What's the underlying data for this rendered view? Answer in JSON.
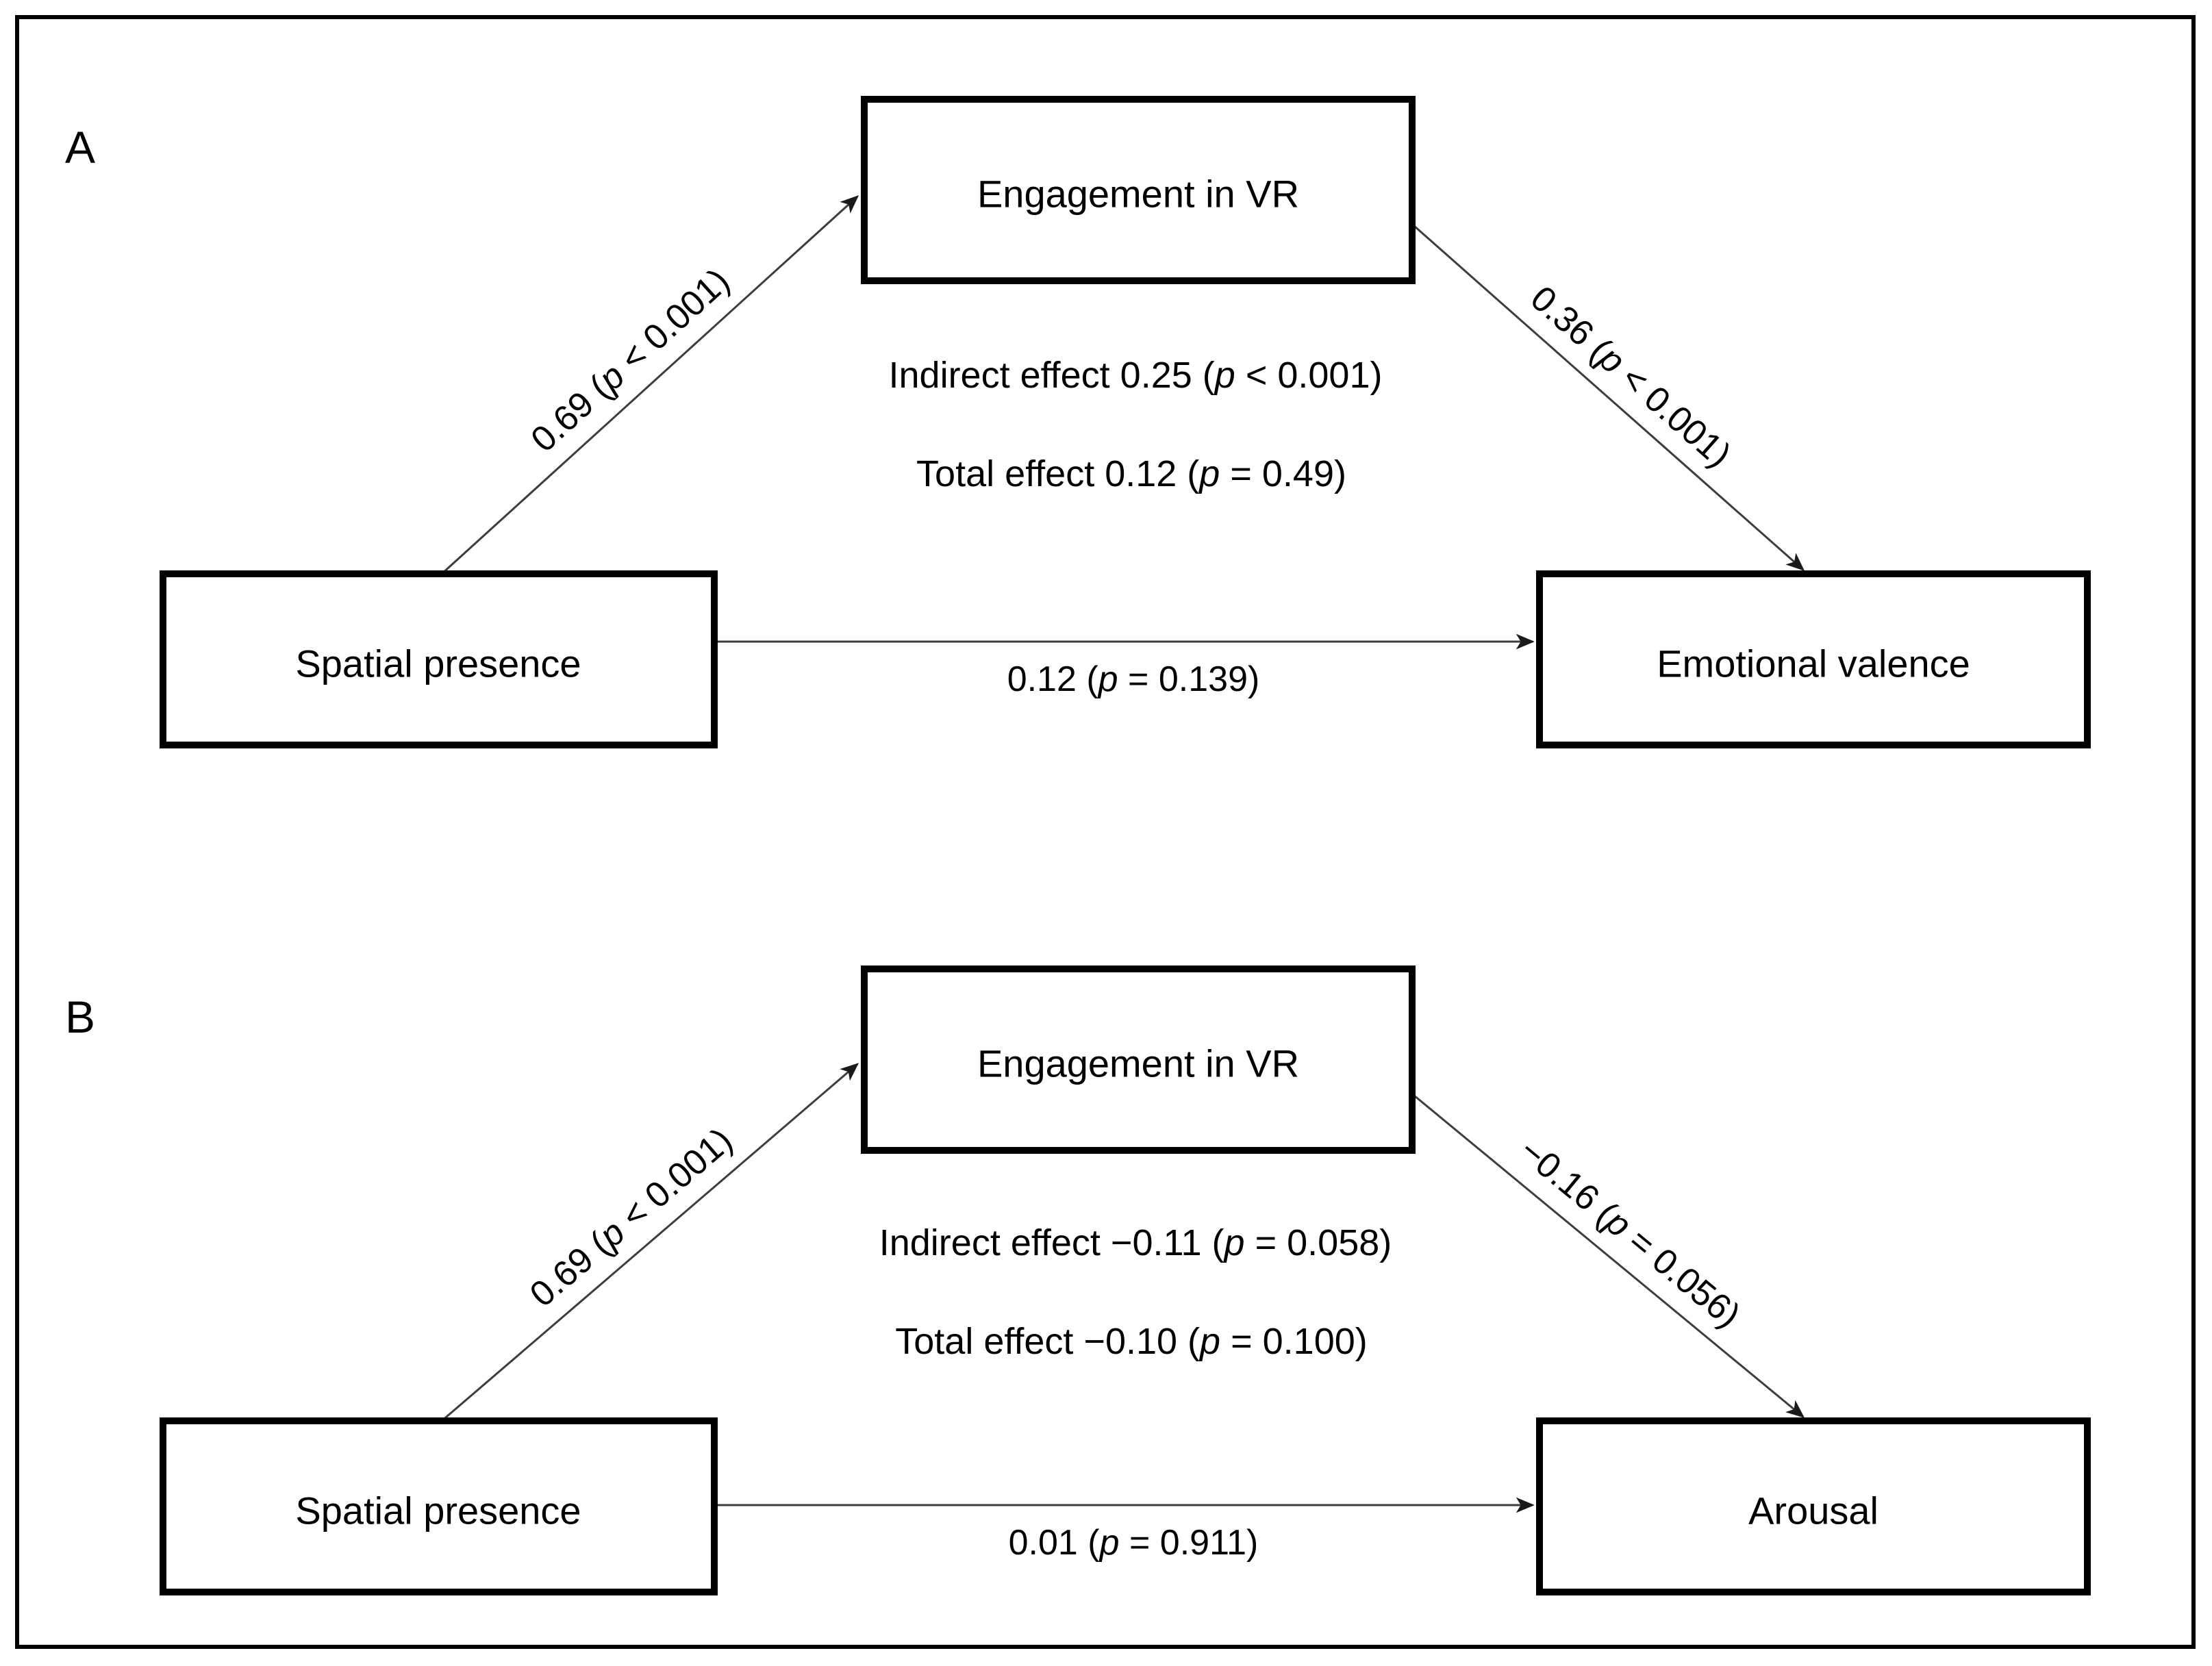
{
  "colors": {
    "ink": "#000000",
    "edge_line": "#3d3d3d",
    "background": "#ffffff"
  },
  "figure": {
    "panels": [
      {
        "label": "A",
        "mediator": "Engagement in VR",
        "predictor": "Spatial presence",
        "outcome": "Emotional valence",
        "path_a": {
          "pre": "0.69 (",
          "p": "p",
          "post": " < 0.001)"
        },
        "path_b": {
          "pre": "0.36 (",
          "p": "p",
          "post": " < 0.001)"
        },
        "direct": {
          "pre": "0.12 (",
          "p": "p",
          "post": " = 0.139)"
        },
        "indirect": {
          "pre": "Indirect effect 0.25 (",
          "p": "p",
          "post": " < 0.001)"
        },
        "total": {
          "pre": "Total effect 0.12 (",
          "p": "p",
          "post": " = 0.49)"
        }
      },
      {
        "label": "B",
        "mediator": "Engagement in VR",
        "predictor": "Spatial presence",
        "outcome": "Arousal",
        "path_a": {
          "pre": "0.69 (",
          "p": "p",
          "post": " < 0.001)"
        },
        "path_b": {
          "pre": "−0.16 (",
          "p": "p",
          "post": " = 0.056)"
        },
        "direct": {
          "pre": "0.01 (",
          "p": "p",
          "post": " = 0.911)"
        },
        "indirect": {
          "pre": "Indirect effect −0.11 (",
          "p": "p",
          "post": " = 0.058)"
        },
        "total": {
          "pre": "Total effect −0.10 (",
          "p": "p",
          "post": " = 0.100)"
        }
      }
    ]
  }
}
